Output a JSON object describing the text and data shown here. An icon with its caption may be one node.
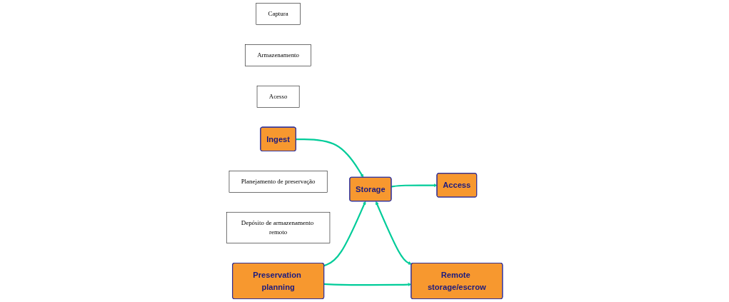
{
  "diagram": {
    "nodes": [
      {
        "text": [
          "Captura"
        ]
      },
      {
        "text": [
          "Armazenamento"
        ]
      },
      {
        "text": [
          "Acesso"
        ]
      },
      {
        "text": [
          "Ingest"
        ]
      },
      {
        "text": [
          "Storage"
        ]
      },
      {
        "text": [
          "Access"
        ]
      },
      {
        "text": [
          "Planejamento de preservação"
        ]
      },
      {
        "text": [
          "Depósito de armazenamento remoto"
        ]
      },
      {
        "text": [
          "Remote storage/escrow"
        ]
      },
      {
        "text": [
          "Preservation planning"
        ]
      }
    ],
    "edges": [
      {
        "from": 3,
        "to": 4,
        "arrow": "to"
      },
      {
        "from": 4,
        "to": 5,
        "arrow": "to"
      },
      {
        "from": 9,
        "to": 4,
        "arrow": "to"
      },
      {
        "from": 9,
        "to": 8,
        "arrow": "to"
      },
      {
        "from": 4,
        "to": 8,
        "arrow": "both"
      }
    ]
  }
}
